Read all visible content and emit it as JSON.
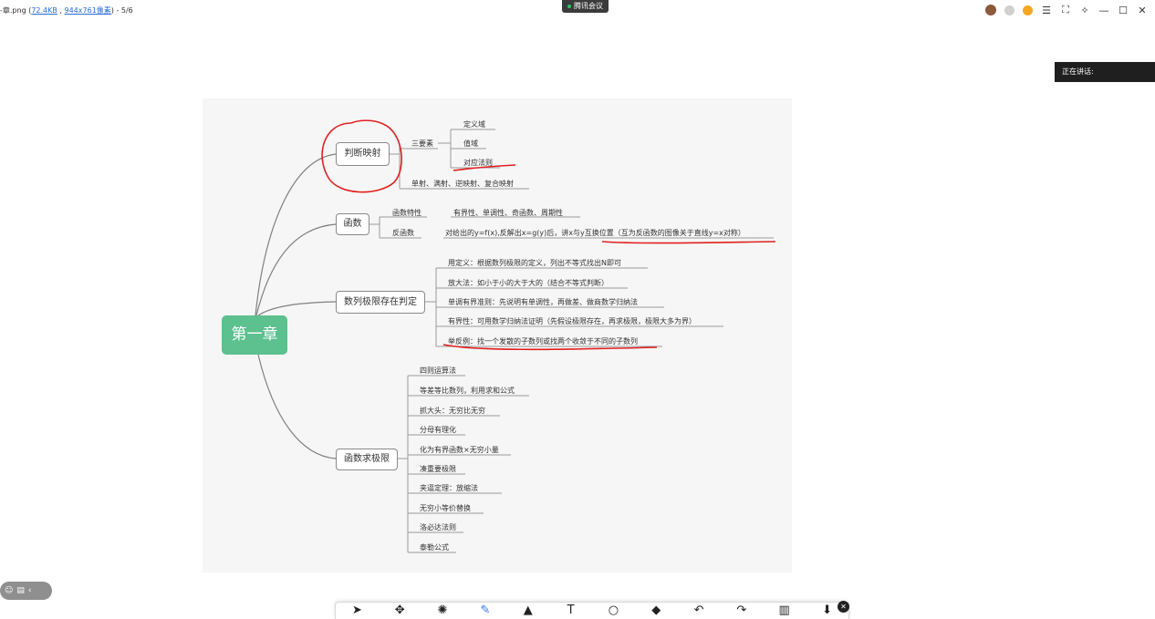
{
  "window": {
    "file_prefix": "-章.png (",
    "file_size": "72.4KB",
    "file_sep": " , ",
    "file_dims": "944x761像素",
    "file_suffix": ") - 5/6"
  },
  "meeting": {
    "label": "腾讯会议"
  },
  "speaker": {
    "label": "正在讲话:"
  },
  "mindmap": {
    "root": "第一章",
    "b1": {
      "label": "判断映射",
      "sub": "三要素",
      "items": [
        "定义域",
        "值域",
        "对应法则"
      ],
      "extra": "单射、满射、逆映射、复合映射"
    },
    "b2": {
      "label": "函数",
      "rows": [
        {
          "k": "函数特性",
          "v": "有界性、单调性、奇函数、周期性"
        },
        {
          "k": "反函数",
          "v": "对给出的y=f(x),反解出x=g(y)后，讲x与y互换位置（互为反函数的图像关于直线y=x对称）"
        }
      ]
    },
    "b3": {
      "label": "数列极限存在判定",
      "items": [
        "用定义：根据数列极限的定义，列出不等式找出N即可",
        "放大法：如小于小的大于大的（结合不等式判断）",
        "单调有界准则：先说明有单调性，再做差、做商数学归纳法",
        "有界性：可用数学归纳法证明（先假设极限存在，再求极限，极限大多为界）",
        "举反例：找一个发散的子数列或找两个收敛于不同的子数列"
      ]
    },
    "b4": {
      "label": "函数求极限",
      "items": [
        "四则运算法",
        "等差等比数列，利用求和公式",
        "抓大头：无穷比无穷",
        "分母有理化",
        "化为有界函数×无穷小量",
        "凑重要极限",
        "夹逼定理：放缩法",
        "无穷小等价替换",
        "洛必达法则",
        "泰勒公式"
      ]
    }
  },
  "toolbar": {
    "tools": [
      "select",
      "move",
      "laser",
      "pen",
      "highlighter",
      "text",
      "shape",
      "eraser",
      "undo",
      "redo",
      "clear",
      "save"
    ]
  },
  "colors": {
    "root": "#5cc08f",
    "annotation": "#e02020",
    "connector": "#808080"
  }
}
